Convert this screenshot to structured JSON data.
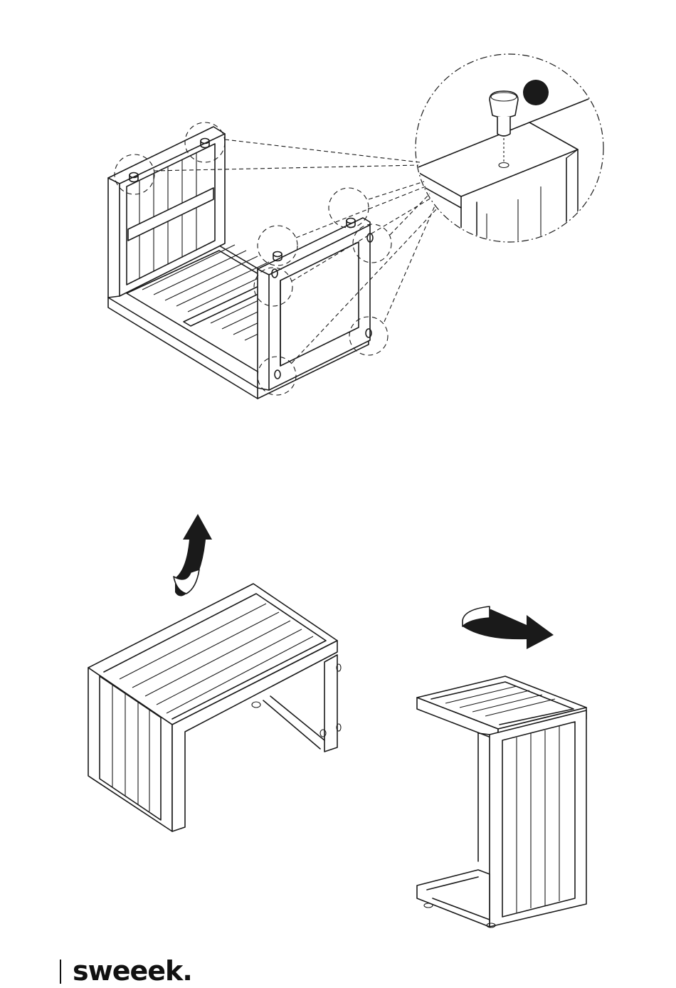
{
  "brand": {
    "name": "sweeek."
  },
  "steps": [
    {
      "id": "flip-table-upright",
      "callout_part": "plastic-foot-cap"
    },
    {
      "id": "rotate-to-side-table-position"
    }
  ],
  "icons": [
    "dashed-detail-circle",
    "magnifier-detail-circle",
    "lift-arrow-icon",
    "rotate-arrow-icon"
  ],
  "colors": {
    "line": "#1a1a1a",
    "background": "#ffffff"
  }
}
